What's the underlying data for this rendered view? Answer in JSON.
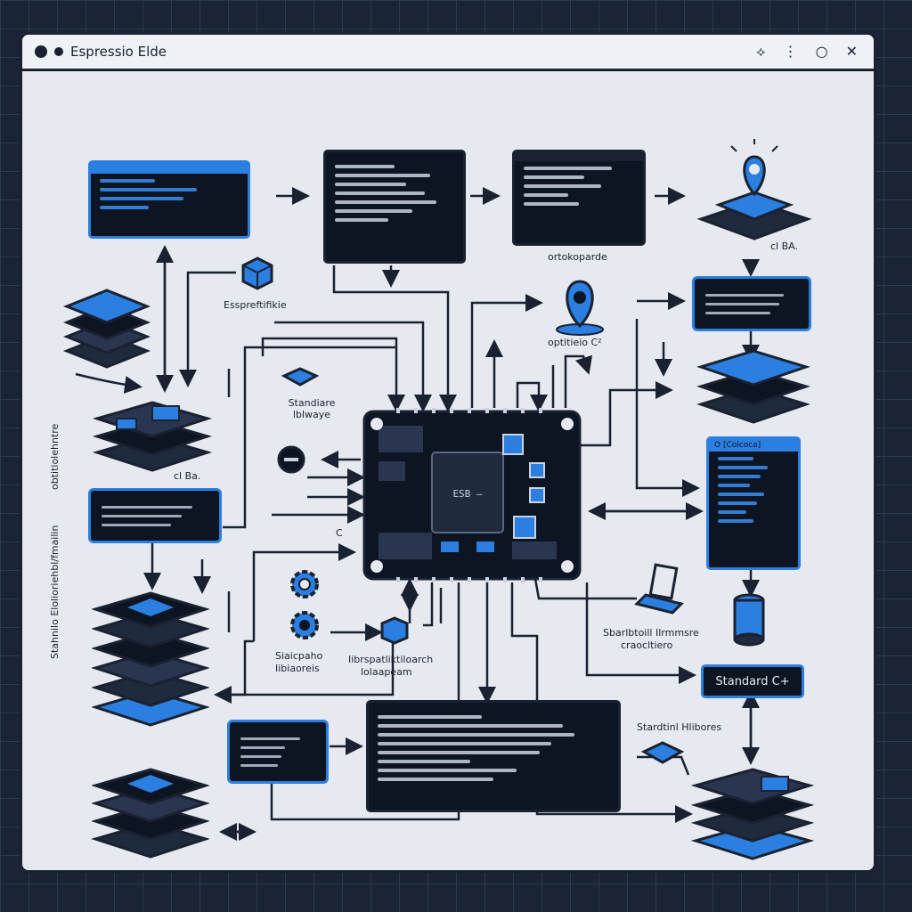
{
  "window": {
    "title": "Espressio Elde",
    "controls": [
      "⟡",
      "⋮",
      "○",
      "✕"
    ]
  },
  "labels": {
    "espressif_cube": "Esspreftifikie",
    "standard_library_top": "Standiare lblwaye",
    "ota_label": "ortokoparde",
    "optional_cp": "optitieio C²",
    "gba_left": "cl Ba.",
    "gba_right": "cl BA.",
    "vertical_1": "obtitiolehntre",
    "vertical_2": "Stahnilo Elolioriehbl/fmailin",
    "gears_caption_1": "Siaicpaho",
    "gears_caption_2": "Iibiaoreis",
    "lib_caption_1": "Iibrspatliktiloarch",
    "lib_caption_2": "lolaapeam",
    "station_caption_1": "Sbarlbtoill Ilrmmsre",
    "station_caption_2": "craocltiero",
    "standard_libs_right": "Stardtinl Hlibores",
    "small_c": "C",
    "chip_label": "ESB –"
  },
  "buttons": {
    "standard_cp": "Standard C+"
  },
  "terminal_right": {
    "tab": "O [Coicoca]"
  },
  "colors": {
    "accent": "#2a7fe0",
    "dark": "#0d1422",
    "frame": "#1a2130",
    "panel": "#e6eaf0"
  }
}
